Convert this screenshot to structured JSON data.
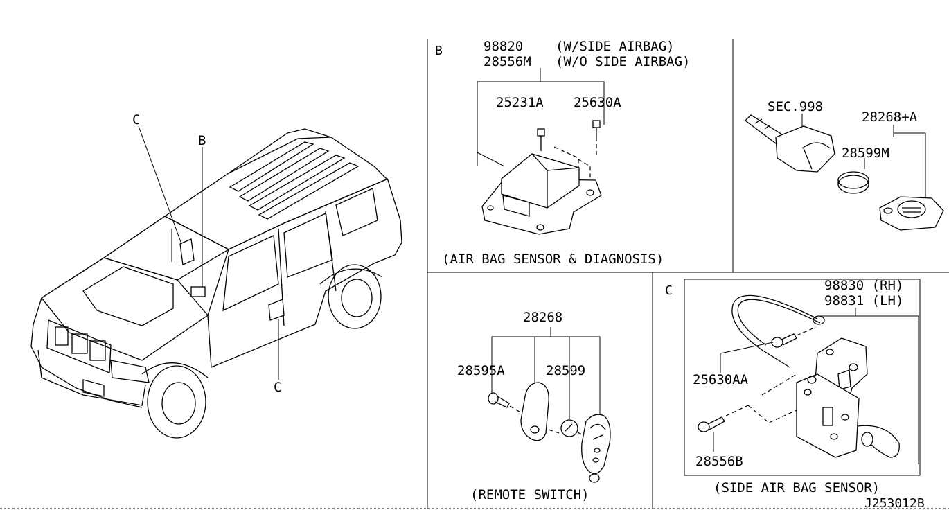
{
  "diagram_id": "J253012B",
  "vehicle": {
    "callout_c_top": "C",
    "callout_b": "B",
    "callout_c_bottom": "C"
  },
  "panel_b": {
    "letter": "B",
    "part_98820": "98820",
    "note_98820": "(W/SIDE AIRBAG)",
    "part_28556m": "28556M",
    "note_28556m": "(W/O SIDE AIRBAG)",
    "bolt_1": "25231A",
    "bolt_2": "25630A",
    "caption": "(AIR BAG SENSOR & DIAGNOSIS)"
  },
  "panel_key": {
    "sec": "SEC.998",
    "part_assy": "28268+A",
    "battery": "28599M"
  },
  "panel_remote": {
    "assy": "28268",
    "screw": "28595A",
    "battery": "28599",
    "caption": "(REMOTE SWITCH)"
  },
  "panel_c": {
    "letter": "C",
    "part_rh": "98830 (RH)",
    "part_lh": "98831 (LH)",
    "bolt": "25630AA",
    "bolt_2": "28556B",
    "caption": "(SIDE AIR BAG SENSOR)"
  }
}
